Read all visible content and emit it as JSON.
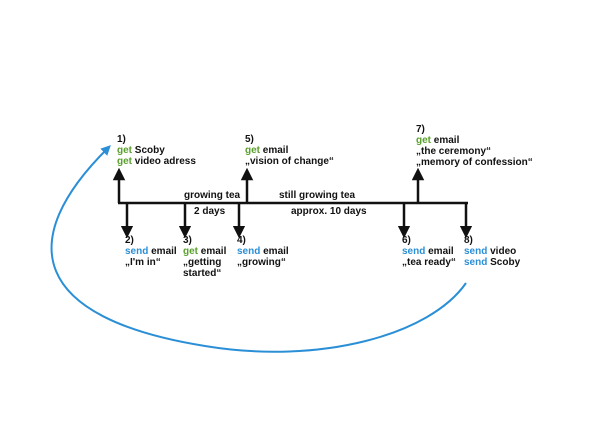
{
  "colors": {
    "get": "#5aa02c",
    "send": "#2b8fd6",
    "line": "#111111",
    "loop": "#2b8fd6"
  },
  "phases": {
    "growing_tea": {
      "label": "growing tea",
      "duration": "2 days"
    },
    "still_growing_tea": {
      "label": "still growing tea",
      "duration": "approx. 10 days"
    }
  },
  "steps": [
    {
      "number": "1)",
      "direction": "up",
      "lines": [
        {
          "verb": "get",
          "text": " Scoby"
        },
        {
          "verb": "get",
          "text": " video adress"
        }
      ]
    },
    {
      "number": "2)",
      "direction": "down",
      "lines": [
        {
          "verb": "send",
          "text": " email"
        },
        {
          "verb": "",
          "text": "„I'm in“"
        }
      ]
    },
    {
      "number": "3)",
      "direction": "down",
      "lines": [
        {
          "verb": "get",
          "text": " email"
        },
        {
          "verb": "",
          "text": "„getting"
        },
        {
          "verb": "",
          "text": "started“"
        }
      ]
    },
    {
      "number": "4)",
      "direction": "down",
      "lines": [
        {
          "verb": "send",
          "text": " email"
        },
        {
          "verb": "",
          "text": "„growing“"
        }
      ]
    },
    {
      "number": "5)",
      "direction": "up",
      "lines": [
        {
          "verb": "get",
          "text": " email"
        },
        {
          "verb": "",
          "text": "„vision of change“"
        }
      ]
    },
    {
      "number": "6)",
      "direction": "down",
      "lines": [
        {
          "verb": "send",
          "text": " email"
        },
        {
          "verb": "",
          "text": "„tea ready“"
        }
      ]
    },
    {
      "number": "7)",
      "direction": "up",
      "lines": [
        {
          "verb": "get",
          "text": " email"
        },
        {
          "verb": "",
          "text": "„the ceremony“"
        },
        {
          "verb": "",
          "text": "„memory of confession“"
        }
      ]
    },
    {
      "number": "8)",
      "direction": "down",
      "lines": [
        {
          "verb": "send",
          "text": " video"
        },
        {
          "verb": "send",
          "text": " Scoby"
        }
      ]
    }
  ]
}
